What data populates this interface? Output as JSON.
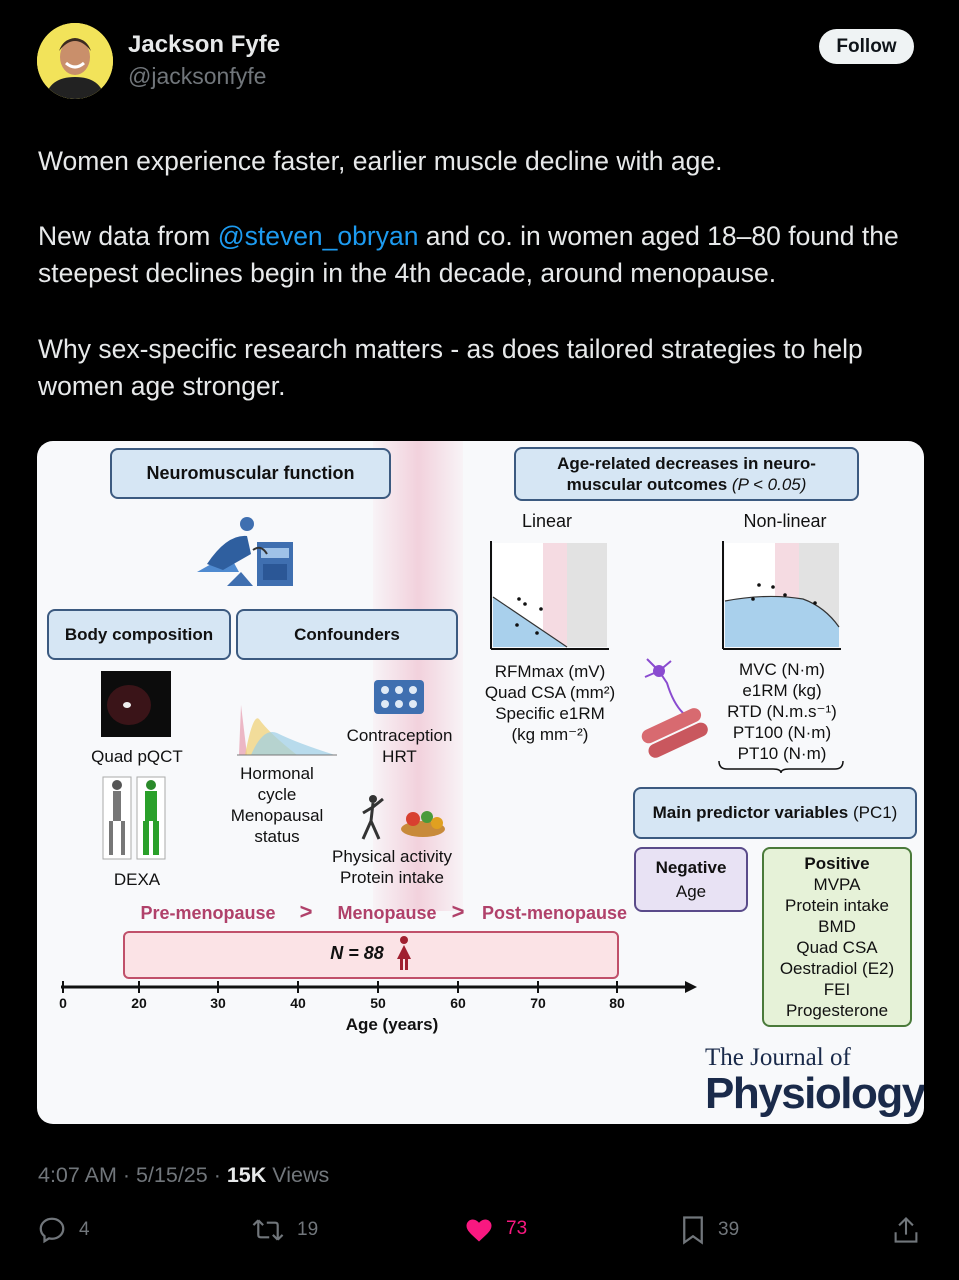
{
  "author": {
    "name": "Jackson Fyfe",
    "handle": "@jacksonfyfe",
    "follow_label": "Follow"
  },
  "tweet": {
    "line1": "Women experience faster, earlier muscle decline with age.",
    "p2_pre": "New data from ",
    "p2_mention": "@steven_obryan",
    "p2_post": " and co. in women aged 18–80 found the steepest declines begin in the 4th decade, around menopause.",
    "p3": "Why sex-specific research matters - as does tailored strategies to help women age stronger."
  },
  "figure": {
    "neuromuscular": "Neuromuscular function",
    "body_comp": "Body composition",
    "confounders": "Confounders",
    "quad_pqct": "Quad pQCT",
    "dexa": "DEXA",
    "hormonal_1": "Hormonal",
    "hormonal_2": "cycle",
    "hormonal_3": "Menopausal",
    "hormonal_4": "status",
    "contraception_1": "Contraception",
    "contraception_2": "HRT",
    "activity_1": "Physical activity",
    "activity_2": "Protein intake",
    "decreases_title_1": "Age-related decreases in neuro-",
    "decreases_title_2": "muscular outcomes",
    "decreases_p": "(P < 0.05)",
    "linear": "Linear",
    "nonlinear": "Non-linear",
    "linear_items": [
      "RFMmax (mV)",
      "Quad CSA (mm²)",
      "Specific e1RM",
      "(kg mm⁻²)"
    ],
    "nonlinear_items": [
      "MVC (N·m)",
      "e1RM (kg)",
      "RTD (N.m.s⁻¹)",
      "PT100 (N·m)",
      "PT10 (N·m)"
    ],
    "predictor_title": "Main predictor variables",
    "predictor_pc": "(PC1)",
    "negative_title": "Negative",
    "negative_items": [
      "Age"
    ],
    "positive_title": "Positive",
    "positive_items": [
      "MVPA",
      "Protein intake",
      "BMD",
      "Quad CSA",
      "Oestradiol (E2)",
      "FEI",
      "Progesterone"
    ],
    "phase_pre": "Pre-menopause",
    "phase_meno": "Menopause",
    "phase_post": "Post-menopause",
    "n_label": "N = 88",
    "axis_ticks": [
      "0",
      "20",
      "30",
      "40",
      "50",
      "60",
      "70",
      "80"
    ],
    "axis_label": "Age (years)",
    "journal_1": "The Journal of",
    "journal_2": "Physiology"
  },
  "meta": {
    "time": "4:07 AM · 5/15/25 · ",
    "views_count": "15K",
    "views_label": " Views"
  },
  "actions": {
    "replies": "4",
    "reposts": "19",
    "likes": "73",
    "bookmarks": "39"
  },
  "colors": {
    "like": "#f91880",
    "mention": "#1d9bf0",
    "box_fill": "#d6e6f4",
    "positive_fill": "#e6f2d8",
    "negative_fill": "#e8e2f4",
    "timeline_fill": "#fbe3e6"
  }
}
